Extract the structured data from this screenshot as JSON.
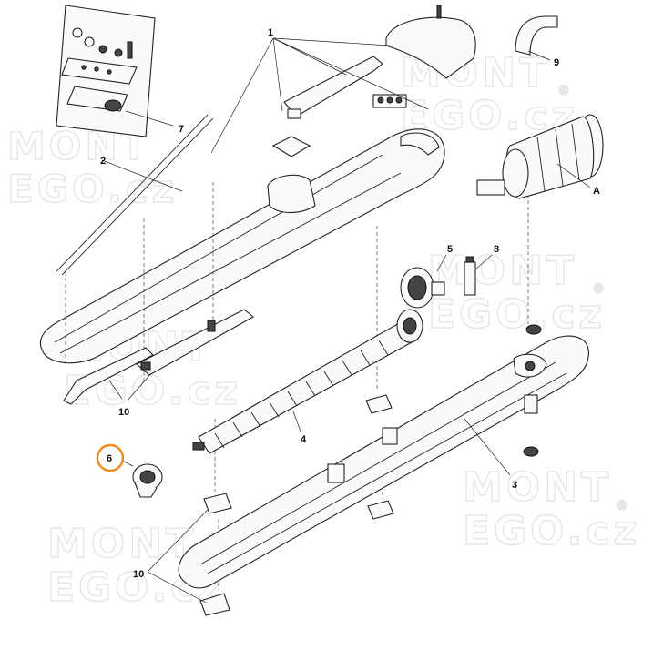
{
  "watermark": {
    "line1": "MONT",
    "line2": "EGO.cz",
    "registered": "®"
  },
  "labels": {
    "one": "1",
    "two": "2",
    "three": "3",
    "four": "4",
    "five": "5",
    "six": "6",
    "seven": "7",
    "eight": "8",
    "nine": "9",
    "ten_top": "10",
    "ten_bottom": "10",
    "a": "A"
  },
  "highlight": {
    "label": "6",
    "color": "#f08a1c"
  }
}
